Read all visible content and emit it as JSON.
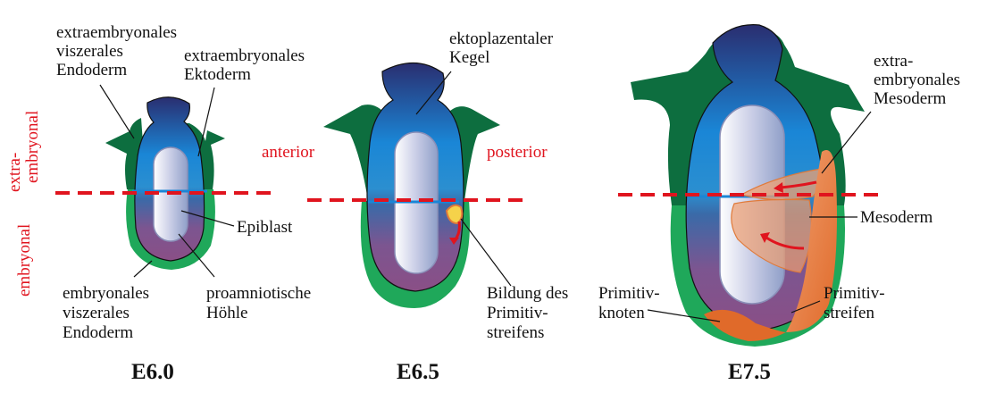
{
  "stages": [
    "E6.0",
    "E6.5",
    "E7.5"
  ],
  "side_labels": {
    "extraembryonal_lines": [
      "extra-",
      "embryonal"
    ],
    "embryonal": "embryonal"
  },
  "axis_labels": {
    "anterior": "anterior",
    "posterior": "posterior"
  },
  "labels": {
    "ex_visc_endo": [
      "extraembryonales",
      "viszerales",
      "Endoderm"
    ],
    "ex_ekto": [
      "extraembryonales",
      "Ektoderm"
    ],
    "epiblast": "Epiblast",
    "emb_visc_endo": [
      "embryonales",
      "viszerales",
      "Endoderm"
    ],
    "proamn": [
      "proamniotische",
      "Höhle"
    ],
    "ekto_kegel": [
      "ektoplazentaler",
      "Kegel"
    ],
    "bildung": [
      "Bildung des",
      "Primitiv-",
      "streifens"
    ],
    "ex_meso": [
      "extra-",
      "embryonales",
      "Mesoderm"
    ],
    "mesoderm": "Mesoderm",
    "prim_knoten": [
      "Primitiv-",
      "knoten"
    ],
    "prim_streifen": [
      "Primitiv-",
      "streifen"
    ]
  },
  "colors": {
    "boundary_line": "#e0141e",
    "extraembryonic_endoderm": "#0d6e3f",
    "embryonic_endoderm": "#1fa85a",
    "ectoderm_top": "#2a2e70",
    "ectoderm_mid": "#1a86d6",
    "epiblast_purple": "#8a4f86",
    "mesoderm_orange": "#e07a3a"
  }
}
